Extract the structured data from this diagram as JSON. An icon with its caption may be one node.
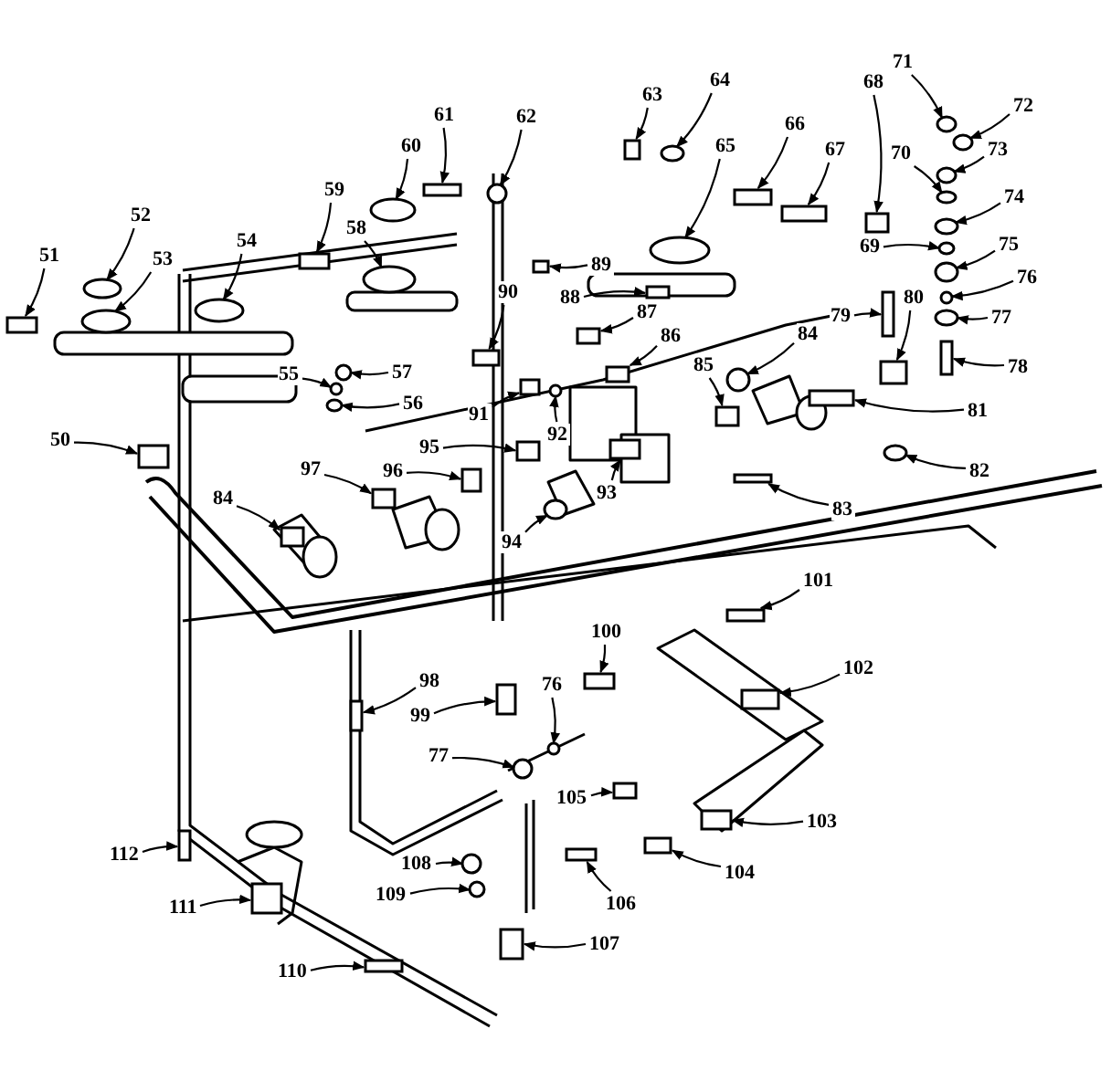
{
  "diagram": {
    "nodes": [
      {
        "text": [
          "71"
        ]
      },
      {
        "text": [
          "64"
        ]
      },
      {
        "text": [
          "68"
        ]
      },
      {
        "text": [
          "63"
        ]
      },
      {
        "text": [
          "72"
        ]
      },
      {
        "text": [
          "61"
        ]
      },
      {
        "text": [
          "62"
        ]
      },
      {
        "text": [
          "66"
        ]
      },
      {
        "text": [
          "60"
        ]
      },
      {
        "text": [
          "65"
        ]
      },
      {
        "text": [
          "67"
        ]
      },
      {
        "text": [
          "70"
        ]
      },
      {
        "text": [
          "73"
        ]
      },
      {
        "text": [
          "59"
        ]
      },
      {
        "text": [
          "74"
        ]
      },
      {
        "text": [
          "52"
        ]
      },
      {
        "text": [
          "58"
        ]
      },
      {
        "text": [
          "54"
        ]
      },
      {
        "text": [
          "69"
        ]
      },
      {
        "text": [
          "75"
        ]
      },
      {
        "text": [
          "51"
        ]
      },
      {
        "text": [
          "53"
        ]
      },
      {
        "text": [
          "89"
        ]
      },
      {
        "text": [
          "76"
        ]
      },
      {
        "text": [
          "90"
        ]
      },
      {
        "text": [
          "88"
        ]
      },
      {
        "text": [
          "87"
        ]
      },
      {
        "text": [
          "79"
        ]
      },
      {
        "text": [
          "77"
        ]
      },
      {
        "text": [
          "84"
        ]
      },
      {
        "text": [
          "86"
        ]
      },
      {
        "text": [
          "80"
        ]
      },
      {
        "text": [
          "78"
        ]
      },
      {
        "text": [
          "57"
        ]
      },
      {
        "text": [
          "55"
        ]
      },
      {
        "text": [
          "56"
        ]
      },
      {
        "text": [
          "85"
        ]
      },
      {
        "text": [
          "91"
        ]
      },
      {
        "text": [
          "81"
        ]
      },
      {
        "text": [
          "92"
        ]
      },
      {
        "text": [
          "50"
        ]
      },
      {
        "text": [
          "95"
        ]
      },
      {
        "text": [
          "82"
        ]
      },
      {
        "text": [
          "96"
        ]
      },
      {
        "text": [
          "97"
        ]
      },
      {
        "text": [
          "93"
        ]
      },
      {
        "text": [
          "84"
        ]
      },
      {
        "text": [
          "83"
        ]
      },
      {
        "text": [
          "94"
        ]
      },
      {
        "text": [
          "101"
        ]
      },
      {
        "text": [
          "100"
        ]
      },
      {
        "text": [
          "102"
        ]
      },
      {
        "text": [
          "98"
        ]
      },
      {
        "text": [
          "76"
        ]
      },
      {
        "text": [
          "99"
        ]
      },
      {
        "text": [
          "77"
        ]
      },
      {
        "text": [
          "105"
        ]
      },
      {
        "text": [
          "103"
        ]
      },
      {
        "text": [
          "112"
        ]
      },
      {
        "text": [
          "108"
        ]
      },
      {
        "text": [
          "104"
        ]
      },
      {
        "text": [
          "109"
        ]
      },
      {
        "text": [
          "106"
        ]
      },
      {
        "text": [
          "111"
        ]
      },
      {
        "text": [
          "107"
        ]
      },
      {
        "text": [
          "110"
        ]
      },
      {
        "text": [],
        "shape": "circle"
      },
      {
        "text": [],
        "shape": "circle"
      },
      {
        "text": [],
        "shape": "box"
      },
      {
        "text": [],
        "shape": "box"
      },
      {
        "text": [],
        "shape": "circle"
      },
      {
        "text": [],
        "shape": "box"
      },
      {
        "text": [],
        "shape": "circle"
      },
      {
        "text": [],
        "shape": "box"
      },
      {
        "text": [],
        "shape": "circle"
      },
      {
        "text": [],
        "shape": "circle"
      },
      {
        "text": [],
        "shape": "box"
      },
      {
        "text": [],
        "shape": "circle"
      },
      {
        "text": [],
        "shape": "circle"
      },
      {
        "text": [],
        "shape": "box"
      },
      {
        "text": [],
        "shape": "circle"
      },
      {
        "text": [],
        "shape": "circle"
      },
      {
        "text": [],
        "shape": "circle"
      },
      {
        "text": [],
        "shape": "circle"
      },
      {
        "text": [],
        "shape": "circle"
      },
      {
        "text": [],
        "shape": "circle"
      },
      {
        "text": [],
        "shape": "box"
      },
      {
        "text": [],
        "shape": "circle"
      },
      {
        "text": [],
        "shape": "box"
      },
      {
        "text": [],
        "shape": "circle"
      },
      {
        "text": [],
        "shape": "box"
      },
      {
        "text": [],
        "shape": "box"
      },
      {
        "text": [],
        "shape": "box"
      },
      {
        "text": [],
        "shape": "box"
      },
      {
        "text": [],
        "shape": "circle"
      },
      {
        "text": [],
        "shape": "circle"
      },
      {
        "text": [],
        "shape": "box"
      },
      {
        "text": [],
        "shape": "box"
      },
      {
        "text": [],
        "shape": "box"
      },
      {
        "text": [],
        "shape": "circle"
      },
      {
        "text": [],
        "shape": "circle"
      },
      {
        "text": [],
        "shape": "circle"
      },
      {
        "text": [],
        "shape": "box"
      },
      {
        "text": [],
        "shape": "box"
      },
      {
        "text": [],
        "shape": "box"
      },
      {
        "text": [],
        "shape": "circle"
      },
      {
        "text": [],
        "shape": "box"
      },
      {
        "text": [],
        "shape": "box"
      },
      {
        "text": [],
        "shape": "circle"
      },
      {
        "text": [],
        "shape": "box"
      },
      {
        "text": [],
        "shape": "box"
      },
      {
        "text": [],
        "shape": "box"
      },
      {
        "text": [],
        "shape": "box"
      },
      {
        "text": [],
        "shape": "box"
      },
      {
        "text": [],
        "shape": "circle"
      },
      {
        "text": [],
        "shape": "box"
      },
      {
        "text": [],
        "shape": "box"
      },
      {
        "text": [],
        "shape": "box"
      },
      {
        "text": [],
        "shape": "box"
      },
      {
        "text": [],
        "shape": "circle"
      },
      {
        "text": [],
        "shape": "box"
      },
      {
        "text": [],
        "shape": "circle"
      },
      {
        "text": [],
        "shape": "box"
      },
      {
        "text": [],
        "shape": "box"
      },
      {
        "text": [],
        "shape": "box"
      },
      {
        "text": [],
        "shape": "circle"
      },
      {
        "text": [],
        "shape": "box"
      },
      {
        "text": [],
        "shape": "circle"
      },
      {
        "text": [],
        "shape": "box"
      },
      {
        "text": [],
        "shape": "box"
      },
      {
        "text": [],
        "shape": "box"
      },
      {
        "text": [],
        "shape": "box"
      }
    ],
    "edges": [
      {
        "from": 0,
        "to": 66,
        "arrow": "to"
      },
      {
        "from": 1,
        "to": 67,
        "arrow": "to"
      },
      {
        "from": 2,
        "to": 68,
        "arrow": "to"
      },
      {
        "from": 3,
        "to": 69,
        "arrow": "to"
      },
      {
        "from": 4,
        "to": 70,
        "arrow": "to"
      },
      {
        "from": 5,
        "to": 71,
        "arrow": "to"
      },
      {
        "from": 6,
        "to": 72,
        "arrow": "to"
      },
      {
        "from": 7,
        "to": 73,
        "arrow": "to"
      },
      {
        "from": 8,
        "to": 74,
        "arrow": "to"
      },
      {
        "from": 9,
        "to": 75,
        "arrow": "to"
      },
      {
        "from": 10,
        "to": 76,
        "arrow": "to"
      },
      {
        "from": 11,
        "to": 77,
        "arrow": "to"
      },
      {
        "from": 12,
        "to": 78,
        "arrow": "to"
      },
      {
        "from": 13,
        "to": 79,
        "arrow": "to"
      },
      {
        "from": 14,
        "to": 80,
        "arrow": "to"
      },
      {
        "from": 15,
        "to": 81,
        "arrow": "to"
      },
      {
        "from": 16,
        "to": 82,
        "arrow": "to"
      },
      {
        "from": 17,
        "to": 83,
        "arrow": "to"
      },
      {
        "from": 18,
        "to": 84,
        "arrow": "to"
      },
      {
        "from": 19,
        "to": 85,
        "arrow": "to"
      },
      {
        "from": 20,
        "to": 86,
        "arrow": "to"
      },
      {
        "from": 21,
        "to": 87,
        "arrow": "to"
      },
      {
        "from": 22,
        "to": 88,
        "arrow": "to"
      },
      {
        "from": 23,
        "to": 89,
        "arrow": "to"
      },
      {
        "from": 24,
        "to": 90,
        "arrow": "to"
      },
      {
        "from": 25,
        "to": 91,
        "arrow": "to"
      },
      {
        "from": 26,
        "to": 92,
        "arrow": "to"
      },
      {
        "from": 27,
        "to": 93,
        "arrow": "to"
      },
      {
        "from": 28,
        "to": 94,
        "arrow": "to"
      },
      {
        "from": 29,
        "to": 95,
        "arrow": "to"
      },
      {
        "from": 30,
        "to": 96,
        "arrow": "to"
      },
      {
        "from": 31,
        "to": 97,
        "arrow": "to"
      },
      {
        "from": 32,
        "to": 98,
        "arrow": "to"
      },
      {
        "from": 33,
        "to": 99,
        "arrow": "to"
      },
      {
        "from": 34,
        "to": 100,
        "arrow": "to"
      },
      {
        "from": 35,
        "to": 101,
        "arrow": "to"
      },
      {
        "from": 36,
        "to": 102,
        "arrow": "to"
      },
      {
        "from": 37,
        "to": 103,
        "arrow": "to"
      },
      {
        "from": 38,
        "to": 104,
        "arrow": "to"
      },
      {
        "from": 39,
        "to": 105,
        "arrow": "to"
      },
      {
        "from": 40,
        "to": 106,
        "arrow": "to"
      },
      {
        "from": 41,
        "to": 107,
        "arrow": "to"
      },
      {
        "from": 42,
        "to": 108,
        "arrow": "to"
      },
      {
        "from": 43,
        "to": 109,
        "arrow": "to"
      },
      {
        "from": 44,
        "to": 110,
        "arrow": "to"
      },
      {
        "from": 45,
        "to": 111,
        "arrow": "to"
      },
      {
        "from": 46,
        "to": 112,
        "arrow": "to"
      },
      {
        "from": 47,
        "to": 113,
        "arrow": "to"
      },
      {
        "from": 48,
        "to": 114,
        "arrow": "to"
      },
      {
        "from": 49,
        "to": 115,
        "arrow": "to"
      },
      {
        "from": 50,
        "to": 116,
        "arrow": "to"
      },
      {
        "from": 51,
        "to": 117,
        "arrow": "to"
      },
      {
        "from": 52,
        "to": 118,
        "arrow": "to"
      },
      {
        "from": 53,
        "to": 119,
        "arrow": "to"
      },
      {
        "from": 54,
        "to": 120,
        "arrow": "to"
      },
      {
        "from": 55,
        "to": 121,
        "arrow": "to"
      },
      {
        "from": 56,
        "to": 122,
        "arrow": "to"
      },
      {
        "from": 57,
        "to": 123,
        "arrow": "to"
      },
      {
        "from": 58,
        "to": 124,
        "arrow": "to"
      },
      {
        "from": 59,
        "to": 125,
        "arrow": "to"
      },
      {
        "from": 60,
        "to": 126,
        "arrow": "to"
      },
      {
        "from": 61,
        "to": 127,
        "arrow": "to"
      },
      {
        "from": 62,
        "to": 128,
        "arrow": "to"
      },
      {
        "from": 63,
        "to": 129,
        "arrow": "to"
      },
      {
        "from": 64,
        "to": 130,
        "arrow": "to"
      },
      {
        "from": 65,
        "to": 131,
        "arrow": "to"
      }
    ]
  }
}
